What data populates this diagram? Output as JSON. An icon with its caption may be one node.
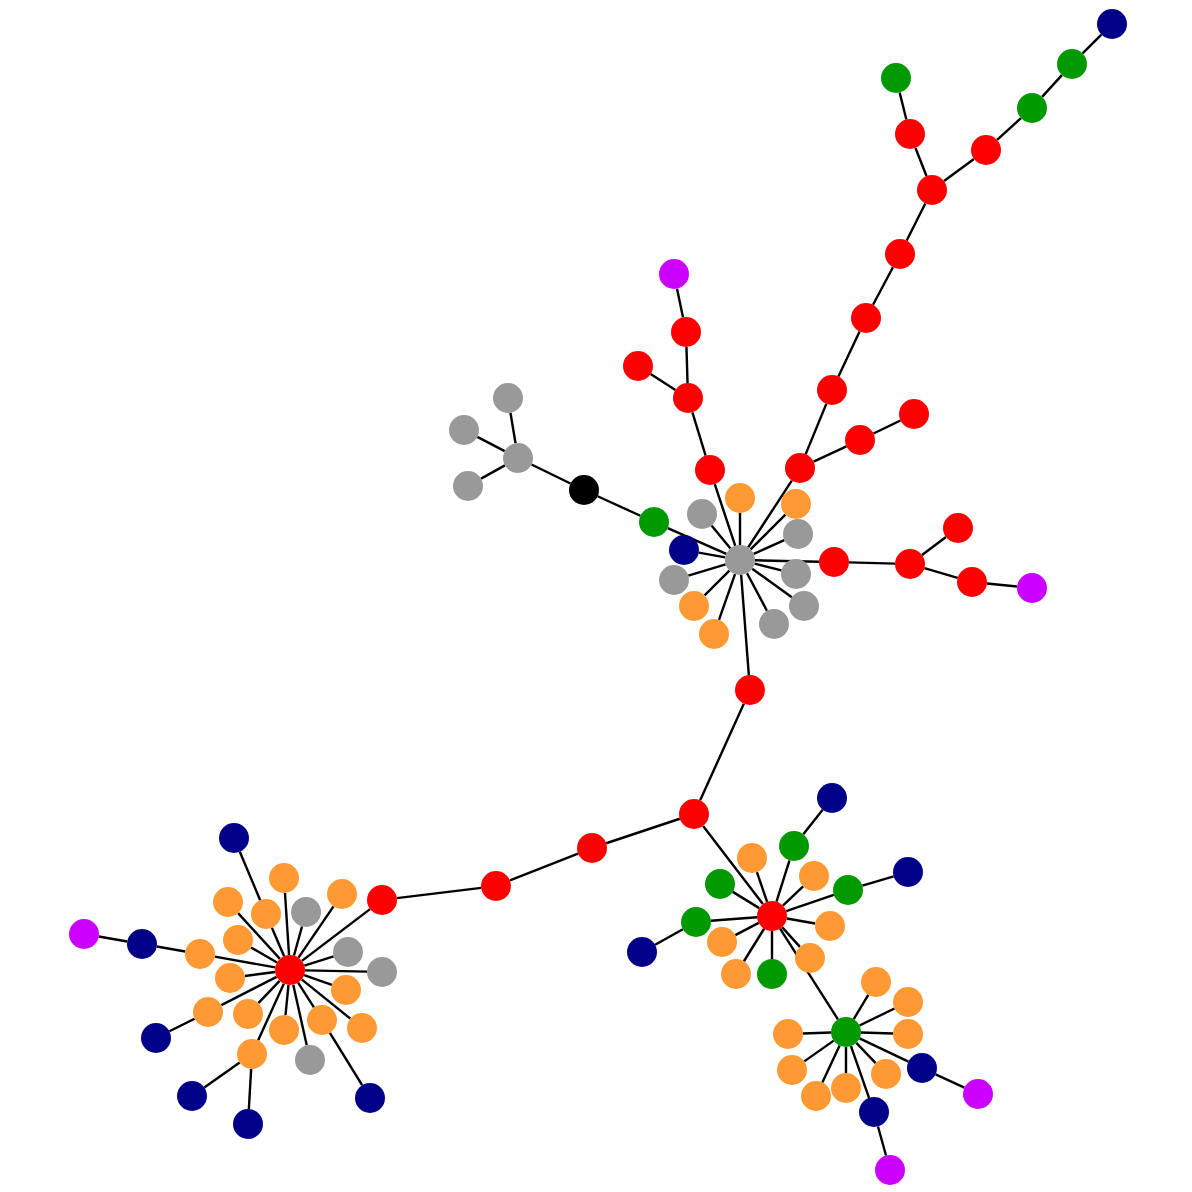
{
  "diagram": {
    "nodes": [
      {
        "text": [],
        "shape": "circle"
      },
      {
        "text": [],
        "shape": "circle"
      },
      {
        "text": [],
        "shape": "circle"
      },
      {
        "text": [],
        "shape": "circle"
      },
      {
        "text": [],
        "shape": "circle"
      },
      {
        "text": [],
        "shape": "circle"
      },
      {
        "text": [],
        "shape": "circle"
      },
      {
        "text": [],
        "shape": "circle"
      },
      {
        "text": [],
        "shape": "circle"
      },
      {
        "text": [],
        "shape": "circle"
      },
      {
        "text": [],
        "shape": "circle"
      },
      {
        "text": [],
        "shape": "circle"
      },
      {
        "text": [],
        "shape": "circle"
      },
      {
        "text": [],
        "shape": "circle"
      },
      {
        "text": [],
        "shape": "circle"
      },
      {
        "text": [],
        "shape": "circle"
      },
      {
        "text": [],
        "shape": "circle"
      },
      {
        "text": [],
        "shape": "circle"
      },
      {
        "text": [],
        "shape": "circle"
      },
      {
        "text": [],
        "shape": "circle"
      },
      {
        "text": [],
        "shape": "circle"
      },
      {
        "text": [],
        "shape": "circle"
      },
      {
        "text": [],
        "shape": "circle"
      },
      {
        "text": [],
        "shape": "circle"
      },
      {
        "text": [],
        "shape": "circle"
      },
      {
        "text": [],
        "shape": "circle"
      },
      {
        "text": [],
        "shape": "circle"
      },
      {
        "text": [],
        "shape": "circle"
      },
      {
        "text": [],
        "shape": "circle"
      },
      {
        "text": [],
        "shape": "circle"
      },
      {
        "text": [],
        "shape": "circle"
      },
      {
        "text": [],
        "shape": "circle"
      },
      {
        "text": [],
        "shape": "circle"
      },
      {
        "text": [],
        "shape": "circle"
      },
      {
        "text": [],
        "shape": "circle"
      },
      {
        "text": [],
        "shape": "circle"
      },
      {
        "text": [],
        "shape": "circle"
      },
      {
        "text": [],
        "shape": "circle"
      },
      {
        "text": [],
        "shape": "circle"
      },
      {
        "text": [],
        "shape": "circle"
      },
      {
        "text": [],
        "shape": "circle"
      },
      {
        "text": [],
        "shape": "circle"
      },
      {
        "text": [],
        "shape": "circle"
      },
      {
        "text": [],
        "shape": "circle"
      },
      {
        "text": [],
        "shape": "circle"
      },
      {
        "text": [],
        "shape": "circle"
      },
      {
        "text": [],
        "shape": "circle"
      },
      {
        "text": [],
        "shape": "circle"
      },
      {
        "text": [],
        "shape": "circle"
      },
      {
        "text": [],
        "shape": "circle"
      },
      {
        "text": [],
        "shape": "circle"
      },
      {
        "text": [],
        "shape": "circle"
      },
      {
        "text": [],
        "shape": "circle"
      },
      {
        "text": [],
        "shape": "circle"
      },
      {
        "text": [],
        "shape": "circle"
      },
      {
        "text": [],
        "shape": "circle"
      },
      {
        "text": [],
        "shape": "circle"
      },
      {
        "text": [],
        "shape": "circle"
      },
      {
        "text": [],
        "shape": "circle"
      },
      {
        "text": [],
        "shape": "circle"
      },
      {
        "text": [],
        "shape": "circle"
      },
      {
        "text": [],
        "shape": "circle"
      },
      {
        "text": [],
        "shape": "circle"
      },
      {
        "text": [],
        "shape": "circle"
      },
      {
        "text": [],
        "shape": "circle"
      },
      {
        "text": [],
        "shape": "circle"
      },
      {
        "text": [],
        "shape": "circle"
      },
      {
        "text": [],
        "shape": "circle"
      },
      {
        "text": [],
        "shape": "circle"
      },
      {
        "text": [],
        "shape": "circle"
      },
      {
        "text": [],
        "shape": "circle"
      },
      {
        "text": [],
        "shape": "circle"
      },
      {
        "text": [],
        "shape": "circle"
      },
      {
        "text": [],
        "shape": "circle"
      },
      {
        "text": [],
        "shape": "circle"
      },
      {
        "text": [],
        "shape": "circle"
      },
      {
        "text": [],
        "shape": "circle"
      },
      {
        "text": [],
        "shape": "circle"
      },
      {
        "text": [],
        "shape": "circle"
      },
      {
        "text": [],
        "shape": "circle"
      },
      {
        "text": [],
        "shape": "circle"
      },
      {
        "text": [],
        "shape": "circle"
      },
      {
        "text": [],
        "shape": "circle"
      },
      {
        "text": [],
        "shape": "circle"
      },
      {
        "text": [],
        "shape": "circle"
      },
      {
        "text": [],
        "shape": "circle"
      },
      {
        "text": [],
        "shape": "circle"
      },
      {
        "text": [],
        "shape": "circle"
      },
      {
        "text": [],
        "shape": "circle"
      },
      {
        "text": [],
        "shape": "circle"
      },
      {
        "text": [],
        "shape": "circle"
      },
      {
        "text": [],
        "shape": "circle"
      },
      {
        "text": [],
        "shape": "circle"
      },
      {
        "text": [],
        "shape": "circle"
      },
      {
        "text": [],
        "shape": "circle"
      },
      {
        "text": [],
        "shape": "circle"
      },
      {
        "text": [],
        "shape": "circle"
      },
      {
        "text": [],
        "shape": "circle"
      },
      {
        "text": [],
        "shape": "circle"
      },
      {
        "text": [],
        "shape": "circle"
      }
    ],
    "edges": [
      {
        "from": 0,
        "to": 1,
        "arrow": "none"
      },
      {
        "from": 1,
        "to": 2,
        "arrow": "none"
      },
      {
        "from": 2,
        "to": 3,
        "arrow": "none"
      },
      {
        "from": 3,
        "to": 6,
        "arrow": "none"
      },
      {
        "from": 4,
        "to": 5,
        "arrow": "none"
      },
      {
        "from": 5,
        "to": 6,
        "arrow": "none"
      },
      {
        "from": 6,
        "to": 7,
        "arrow": "none"
      },
      {
        "from": 7,
        "to": 8,
        "arrow": "none"
      },
      {
        "from": 8,
        "to": 9,
        "arrow": "none"
      },
      {
        "from": 9,
        "to": 17,
        "arrow": "none"
      },
      {
        "from": 17,
        "to": 10,
        "arrow": "none"
      },
      {
        "from": 10,
        "to": 11,
        "arrow": "none"
      },
      {
        "from": 12,
        "to": 13,
        "arrow": "none"
      },
      {
        "from": 13,
        "to": 15,
        "arrow": "none"
      },
      {
        "from": 14,
        "to": 15,
        "arrow": "none"
      },
      {
        "from": 15,
        "to": 16,
        "arrow": "none"
      },
      {
        "from": 16,
        "to": 18,
        "arrow": "none"
      },
      {
        "from": 17,
        "to": 18,
        "arrow": "none"
      },
      {
        "from": 18,
        "to": 19,
        "arrow": "none"
      },
      {
        "from": 18,
        "to": 20,
        "arrow": "none"
      },
      {
        "from": 18,
        "to": 21,
        "arrow": "none"
      },
      {
        "from": 18,
        "to": 22,
        "arrow": "none"
      },
      {
        "from": 18,
        "to": 23,
        "arrow": "none"
      },
      {
        "from": 18,
        "to": 24,
        "arrow": "none"
      },
      {
        "from": 18,
        "to": 25,
        "arrow": "none"
      },
      {
        "from": 18,
        "to": 26,
        "arrow": "none"
      },
      {
        "from": 18,
        "to": 27,
        "arrow": "none"
      },
      {
        "from": 18,
        "to": 28,
        "arrow": "none"
      },
      {
        "from": 18,
        "to": 29,
        "arrow": "none"
      },
      {
        "from": 18,
        "to": 30,
        "arrow": "none"
      },
      {
        "from": 30,
        "to": 31,
        "arrow": "none"
      },
      {
        "from": 31,
        "to": 32,
        "arrow": "none"
      },
      {
        "from": 31,
        "to": 33,
        "arrow": "none"
      },
      {
        "from": 33,
        "to": 34,
        "arrow": "none"
      },
      {
        "from": 35,
        "to": 18,
        "arrow": "none"
      },
      {
        "from": 36,
        "to": 35,
        "arrow": "none"
      },
      {
        "from": 37,
        "to": 36,
        "arrow": "none"
      },
      {
        "from": 37,
        "to": 38,
        "arrow": "none"
      },
      {
        "from": 37,
        "to": 39,
        "arrow": "none"
      },
      {
        "from": 37,
        "to": 40,
        "arrow": "none"
      },
      {
        "from": 18,
        "to": 41,
        "arrow": "none"
      },
      {
        "from": 41,
        "to": 42,
        "arrow": "none"
      },
      {
        "from": 42,
        "to": 43,
        "arrow": "none"
      },
      {
        "from": 43,
        "to": 44,
        "arrow": "none"
      },
      {
        "from": 44,
        "to": 45,
        "arrow": "none"
      },
      {
        "from": 45,
        "to": 46,
        "arrow": "none"
      },
      {
        "from": 47,
        "to": 48,
        "arrow": "none"
      },
      {
        "from": 48,
        "to": 46,
        "arrow": "none"
      },
      {
        "from": 46,
        "to": 49,
        "arrow": "none"
      },
      {
        "from": 46,
        "to": 50,
        "arrow": "none"
      },
      {
        "from": 46,
        "to": 51,
        "arrow": "none"
      },
      {
        "from": 46,
        "to": 52,
        "arrow": "none"
      },
      {
        "from": 53,
        "to": 54,
        "arrow": "none"
      },
      {
        "from": 54,
        "to": 55,
        "arrow": "none"
      },
      {
        "from": 55,
        "to": 46,
        "arrow": "none"
      },
      {
        "from": 46,
        "to": 56,
        "arrow": "none"
      },
      {
        "from": 46,
        "to": 57,
        "arrow": "none"
      },
      {
        "from": 46,
        "to": 58,
        "arrow": "none"
      },
      {
        "from": 46,
        "to": 59,
        "arrow": "none"
      },
      {
        "from": 60,
        "to": 61,
        "arrow": "none"
      },
      {
        "from": 61,
        "to": 46,
        "arrow": "none"
      },
      {
        "from": 46,
        "to": 62,
        "arrow": "none"
      },
      {
        "from": 46,
        "to": 63,
        "arrow": "none"
      },
      {
        "from": 46,
        "to": 64,
        "arrow": "none"
      },
      {
        "from": 46,
        "to": 65,
        "arrow": "none"
      },
      {
        "from": 46,
        "to": 66,
        "arrow": "none"
      },
      {
        "from": 46,
        "to": 67,
        "arrow": "none"
      },
      {
        "from": 67,
        "to": 71,
        "arrow": "none"
      },
      {
        "from": 46,
        "to": 68,
        "arrow": "none"
      },
      {
        "from": 68,
        "to": 69,
        "arrow": "none"
      },
      {
        "from": 68,
        "to": 70,
        "arrow": "none"
      },
      {
        "from": 42,
        "to": 72,
        "arrow": "none"
      },
      {
        "from": 73,
        "to": 74,
        "arrow": "none"
      },
      {
        "from": 74,
        "to": 72,
        "arrow": "none"
      },
      {
        "from": 72,
        "to": 75,
        "arrow": "none"
      },
      {
        "from": 72,
        "to": 76,
        "arrow": "none"
      },
      {
        "from": 72,
        "to": 77,
        "arrow": "none"
      },
      {
        "from": 78,
        "to": 79,
        "arrow": "none"
      },
      {
        "from": 79,
        "to": 72,
        "arrow": "none"
      },
      {
        "from": 80,
        "to": 81,
        "arrow": "none"
      },
      {
        "from": 81,
        "to": 72,
        "arrow": "none"
      },
      {
        "from": 72,
        "to": 82,
        "arrow": "none"
      },
      {
        "from": 72,
        "to": 83,
        "arrow": "none"
      },
      {
        "from": 72,
        "to": 84,
        "arrow": "none"
      },
      {
        "from": 72,
        "to": 85,
        "arrow": "none"
      },
      {
        "from": 72,
        "to": 86,
        "arrow": "none"
      },
      {
        "from": 72,
        "to": 87,
        "arrow": "none"
      },
      {
        "from": 87,
        "to": 88,
        "arrow": "none"
      },
      {
        "from": 87,
        "to": 89,
        "arrow": "none"
      },
      {
        "from": 87,
        "to": 90,
        "arrow": "none"
      },
      {
        "from": 87,
        "to": 91,
        "arrow": "none"
      },
      {
        "from": 87,
        "to": 92,
        "arrow": "none"
      },
      {
        "from": 87,
        "to": 93,
        "arrow": "none"
      },
      {
        "from": 87,
        "to": 94,
        "arrow": "none"
      },
      {
        "from": 87,
        "to": 95,
        "arrow": "none"
      },
      {
        "from": 87,
        "to": 96,
        "arrow": "none"
      },
      {
        "from": 96,
        "to": 97,
        "arrow": "none"
      },
      {
        "from": 87,
        "to": 98,
        "arrow": "none"
      },
      {
        "from": 98,
        "to": 99,
        "arrow": "none"
      }
    ]
  }
}
